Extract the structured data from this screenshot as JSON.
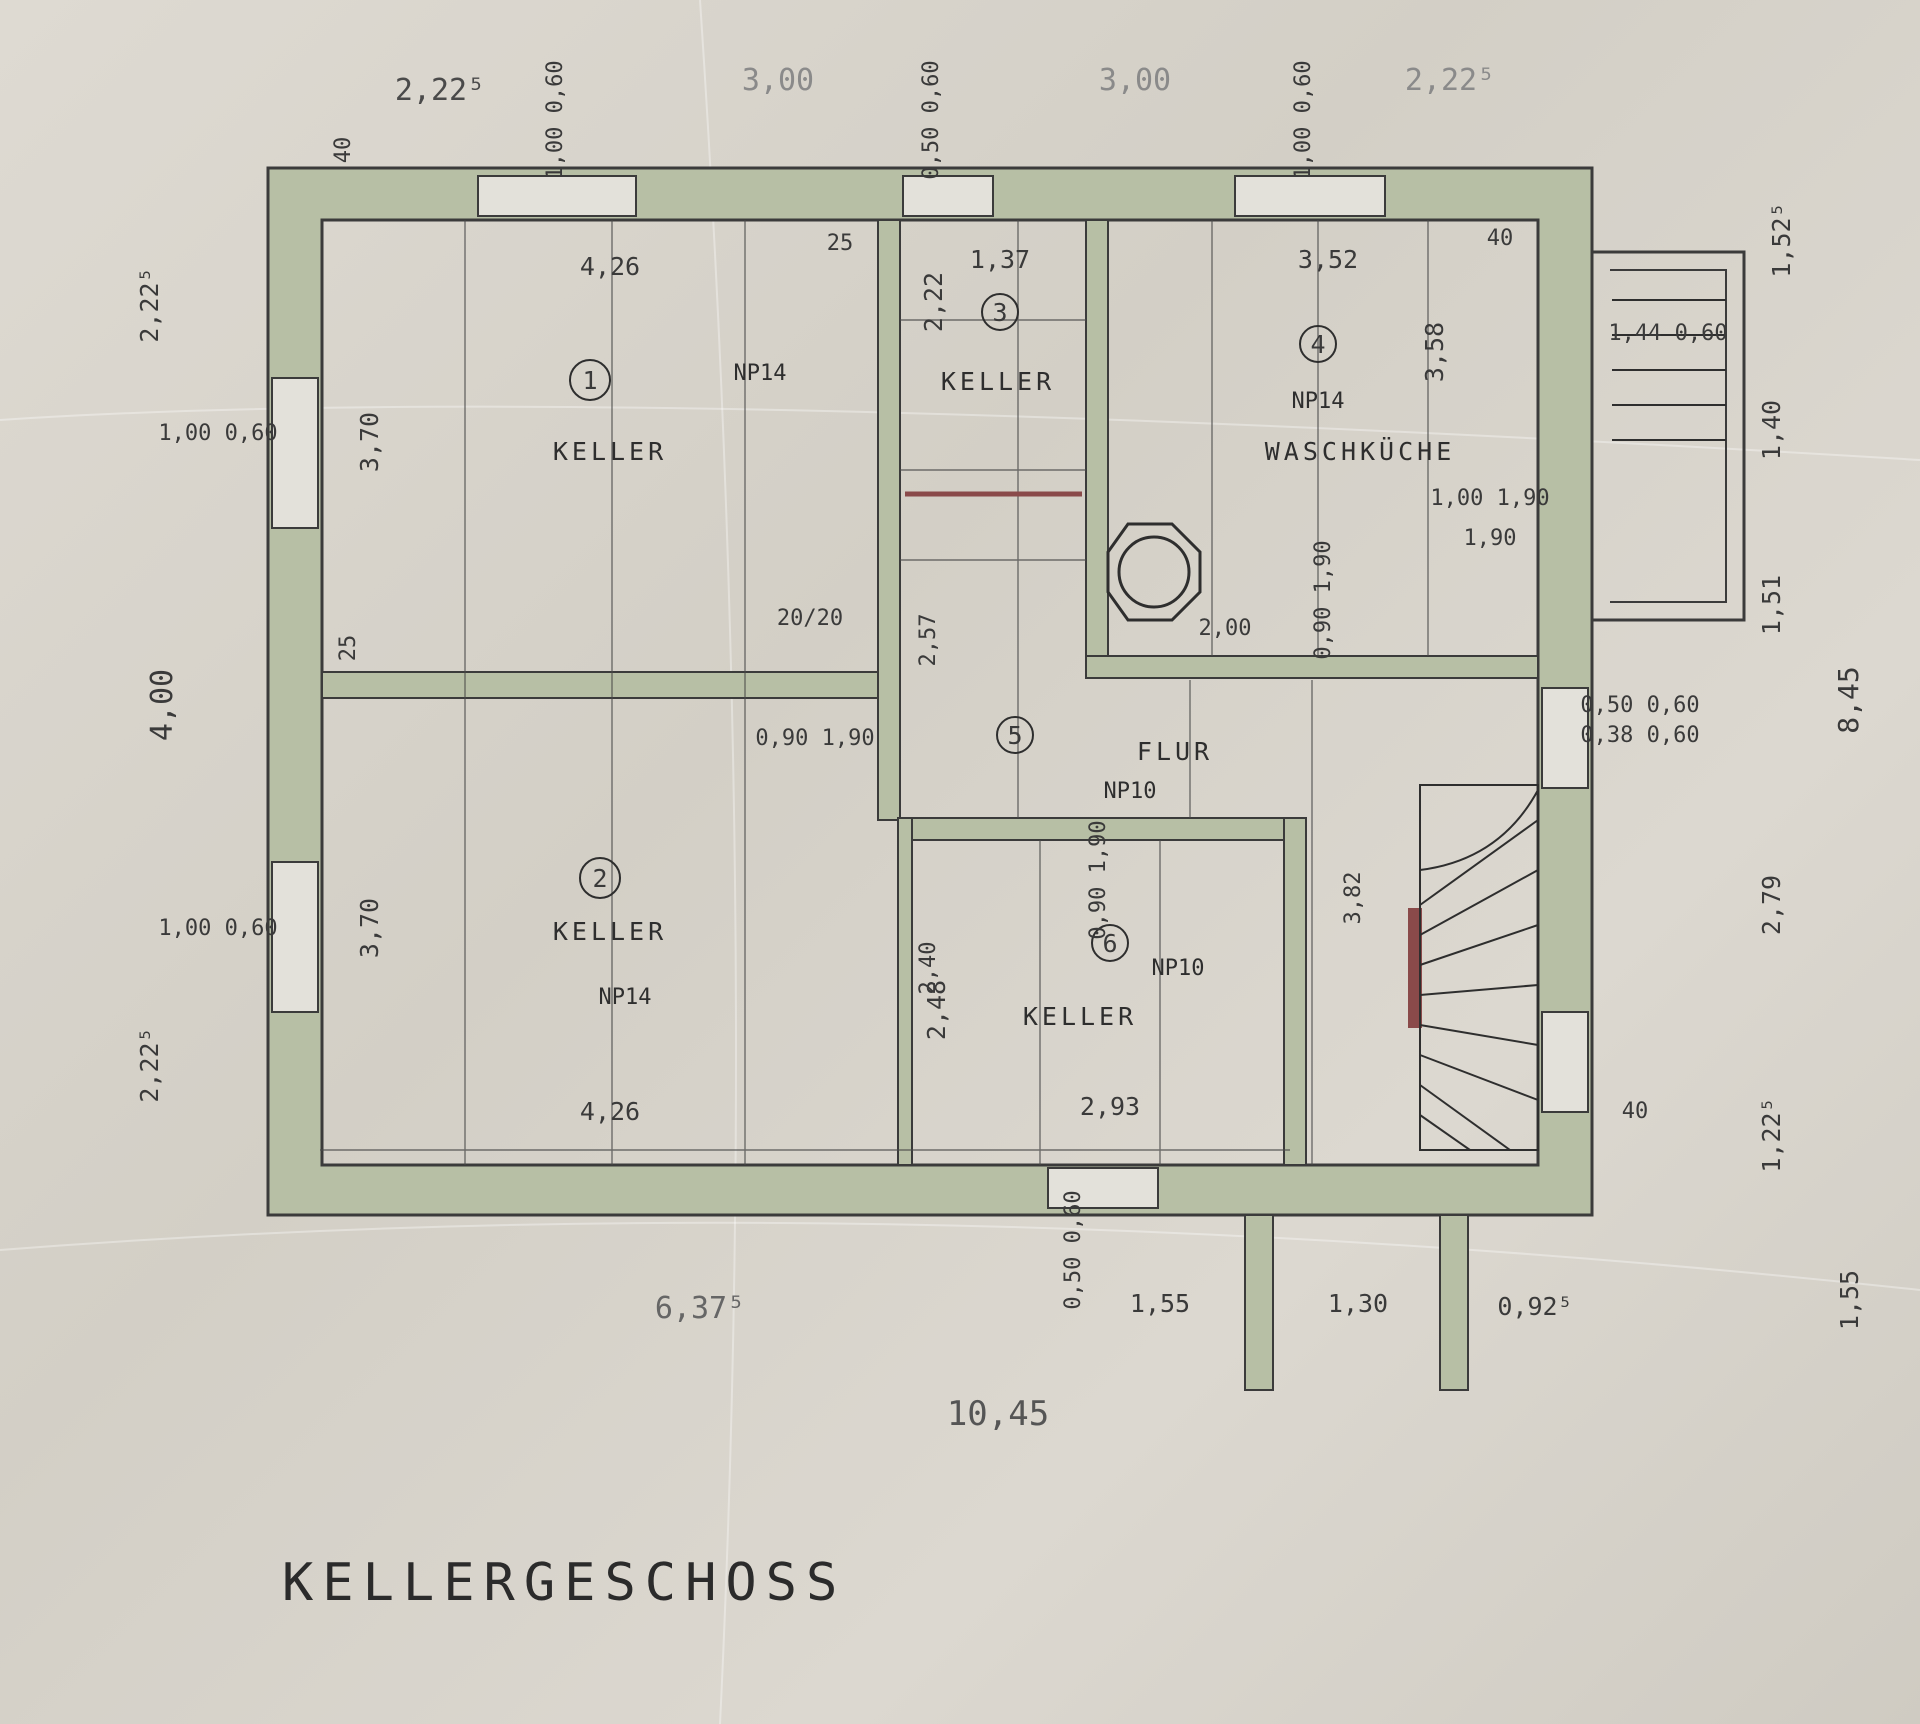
{
  "drawing": {
    "title": "KELLERGESCHOSS",
    "colors": {
      "wall": "#b7bfa5",
      "ink": "#2e2e2e",
      "paper": "#d9d5cd",
      "accent": "#8a4a4a"
    }
  },
  "rooms": [
    {
      "key": "r1",
      "number": "1",
      "name": "KELLER",
      "level": "NP14",
      "width": "4,26",
      "depth": "3,70"
    },
    {
      "key": "r2",
      "number": "2",
      "name": "KELLER",
      "level": "NP14",
      "width": "4,26",
      "depth": "3,70"
    },
    {
      "key": "r3",
      "number": "3",
      "name": "KELLER",
      "level": "",
      "width": "1,37",
      "depth": "2,22"
    },
    {
      "key": "r4",
      "number": "4",
      "name": "WASCHKÜCHE",
      "level": "NP14",
      "width": "3,52",
      "depth": "3,58"
    },
    {
      "key": "r5",
      "number": "5",
      "name": "FLUR",
      "level": "NP10",
      "width": "",
      "depth": ""
    },
    {
      "key": "r6",
      "number": "6",
      "name": "KELLER",
      "level": "NP10",
      "width": "2,93",
      "depth": "2,48"
    }
  ],
  "dimensions": {
    "top": [
      "2,22⁵",
      "3,00",
      "3,00",
      "2,22⁵"
    ],
    "bottom": [
      "6,37⁵",
      "1,55",
      "1,30",
      "0,92⁵"
    ],
    "total": "10,45",
    "left": [
      "2,22⁵",
      "4,00",
      "2,22⁵"
    ],
    "right": [
      "1,52⁵",
      "1,40",
      "1,51",
      "8,45",
      "2,79",
      "1,22⁵",
      "1,55"
    ],
    "windows": [
      "1,00 0,60",
      "0,50 0,60",
      "1,00 0,60",
      "1,00 0,60",
      "1,00 0,60",
      "0,50 0,60",
      "0,50 0,60"
    ],
    "wall_thickness": [
      "40",
      "25",
      "40",
      "25",
      "40"
    ],
    "misc": [
      "20/20",
      "2,57",
      "0,90 1,90",
      "2,00",
      "0,90 1,90",
      "1,00 1,90",
      "1,90",
      "1,44 0,60",
      "0,38 0,60",
      "3,82",
      "2,40",
      "0,90 1,90"
    ]
  }
}
